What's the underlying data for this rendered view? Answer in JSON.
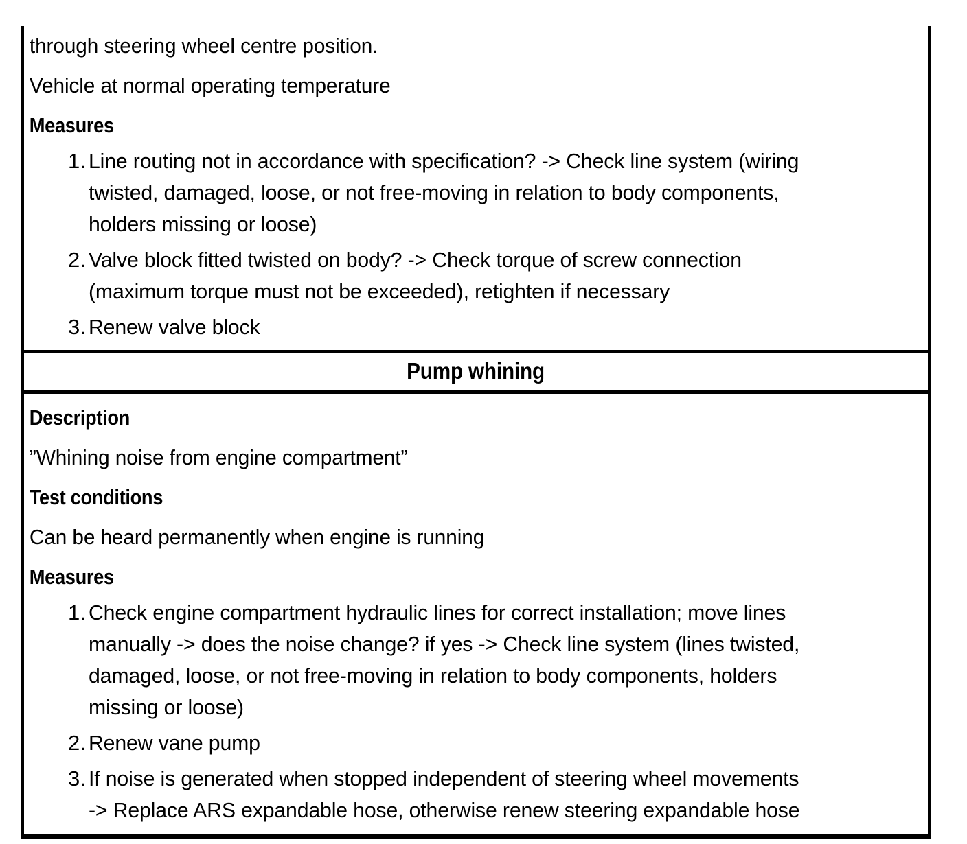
{
  "document": {
    "type": "service-manual-fault-table",
    "page_continuation": true
  },
  "continued_section": {
    "paragraphs": [
      "through steering wheel centre position.",
      "Vehicle at normal operating temperature"
    ],
    "measures_heading": "Measures",
    "measures": [
      {
        "number": "1.",
        "lines": [
          "Line routing not in accordance with specification? -> Check line system (wiring",
          "twisted, damaged, loose, or not free-moving in relation to body components,",
          "holders missing or loose)"
        ]
      },
      {
        "number": "2.",
        "lines": [
          "Valve block fitted twisted on body? -> Check torque of screw connection",
          "(maximum torque must not be exceeded), retighten if necessary"
        ]
      },
      {
        "number": "3.",
        "lines": [
          "Renew valve block"
        ]
      }
    ]
  },
  "section": {
    "title": "Pump whining",
    "description_heading": "Description",
    "description_text": "”Whining noise from engine compartment”",
    "test_conditions_heading": "Test conditions",
    "test_conditions_text": "Can be heard permanently when engine is running",
    "measures_heading": "Measures",
    "measures": [
      {
        "number": "1.",
        "lines": [
          "Check engine compartment hydraulic lines for correct installation; move lines",
          "manually -> does the noise change? if yes -> Check line system (lines twisted,",
          "damaged, loose, or not free-moving in relation to body components, holders",
          "missing or loose)"
        ]
      },
      {
        "number": "2.",
        "lines": [
          "Renew vane pump"
        ]
      },
      {
        "number": "3.",
        "lines": [
          "If noise is generated when stopped independent of steering wheel movements",
          "-> Replace ARS expandable hose, otherwise renew steering expandable hose"
        ]
      }
    ]
  },
  "colors": {
    "text": "#000000",
    "background": "#ffffff",
    "border": "#000000"
  }
}
